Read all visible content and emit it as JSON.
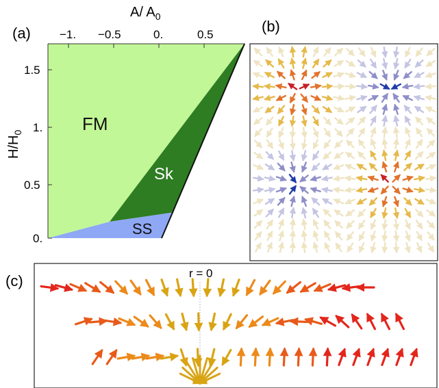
{
  "panel_a": {
    "label": "(a)",
    "top_axis_label": "A/ A",
    "top_axis_label_sub": "0",
    "left_axis_label": "H/H",
    "left_axis_label_sub": "0",
    "top_ticks": [
      "−1.",
      "−0.5",
      "0.",
      "0.5"
    ],
    "left_ticks": [
      "0.",
      "0.5",
      "1.",
      "1.5"
    ],
    "regions": {
      "fm": "FM",
      "sk": "Sk",
      "ss": "SS"
    },
    "colors": {
      "fm": "#c2f797",
      "sk": "#2e7d23",
      "ss": "#8fa8f5",
      "boundary": "#111111"
    }
  },
  "panel_b": {
    "label": "(b)",
    "description_colors": [
      "#c8202a",
      "#e2732c",
      "#e6b94a",
      "#eee4c2",
      "#c4c4e3",
      "#8e8ec9",
      "#1f3ca8"
    ]
  },
  "panel_c": {
    "label": "(c)",
    "center_label": "r = 0",
    "colors": [
      "#e3261c",
      "#e85a1a",
      "#ec8a1a",
      "#d9a414"
    ]
  }
}
